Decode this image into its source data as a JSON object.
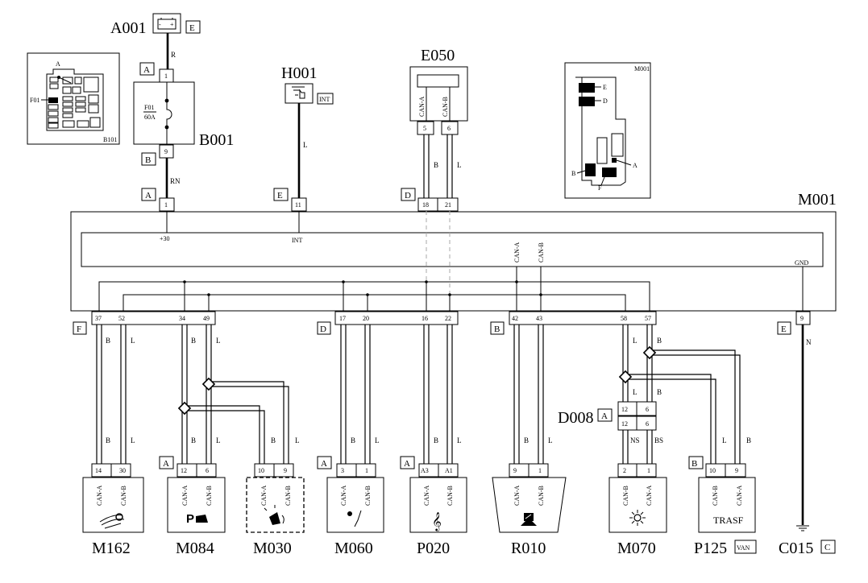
{
  "components": {
    "A001": "A001",
    "B001": "B001",
    "H001": "H001",
    "E050": "E050",
    "M001": "M001",
    "D008": "D008",
    "M162": "M162",
    "M084": "M084",
    "M030": "M030",
    "M060": "M060",
    "P020": "P020",
    "R010": "R010",
    "M070": "M070",
    "P125": "P125",
    "C015": "C015"
  },
  "tags": {
    "a001_e": "E",
    "b001_a": "A",
    "b001_b": "B",
    "m001_a": "A",
    "h001_int": "INT",
    "m001_e_top": "E",
    "m001_d_top": "D",
    "m001_f": "F",
    "m001_d_bot": "D",
    "m001_b": "B",
    "m001_e_bot": "E",
    "m084_a": "A",
    "m060_a": "A",
    "p020_a": "A",
    "d008_a": "A",
    "p125_b": "B",
    "p125_van": "VAN",
    "c015_c": "C"
  },
  "pins": {
    "b001_in": "1",
    "b001_out": "9",
    "m001_30": "1",
    "m001_int": "11",
    "e050_5": "5",
    "e050_6": "6",
    "m001_18": "18",
    "m001_21": "21",
    "b37": "37",
    "b52": "52",
    "b34": "34",
    "b49": "49",
    "b17": "17",
    "b20": "20",
    "b16": "16",
    "b22": "22",
    "b42": "42",
    "b43": "43",
    "b58": "58",
    "b57": "57",
    "b9": "9",
    "m162_14": "14",
    "m162_30": "30",
    "m084_12": "12",
    "m084_6": "6",
    "m030_10": "10",
    "m030_9": "9",
    "m060_3": "3",
    "m060_1": "1",
    "p020_a3": "A3",
    "p020_a1": "A1",
    "r010_9": "9",
    "r010_1": "1",
    "m070_2": "2",
    "m070_1": "1",
    "p125_10": "10",
    "p125_9": "9",
    "d008_12a": "12",
    "d008_6a": "6",
    "d008_12b": "12",
    "d008_6b": "6"
  },
  "wires": {
    "R": "R",
    "RN": "RN",
    "L": "L",
    "B": "B",
    "N": "N",
    "NS": "NS",
    "BS": "BS"
  },
  "signals": {
    "p30": "+30",
    "int": "INT",
    "gnd": "GND",
    "can_a": "CAN-A",
    "can_b": "CAN-B"
  },
  "fuse": {
    "name": "F01",
    "rating": "60A"
  },
  "p125_text": "TRASF",
  "inset_b101": {
    "title": "B101",
    "label_a": "A",
    "label_f01": "F01"
  },
  "inset_m001": {
    "title": "M001",
    "e": "E",
    "d": "D",
    "a": "A",
    "b": "B",
    "f": "F"
  }
}
